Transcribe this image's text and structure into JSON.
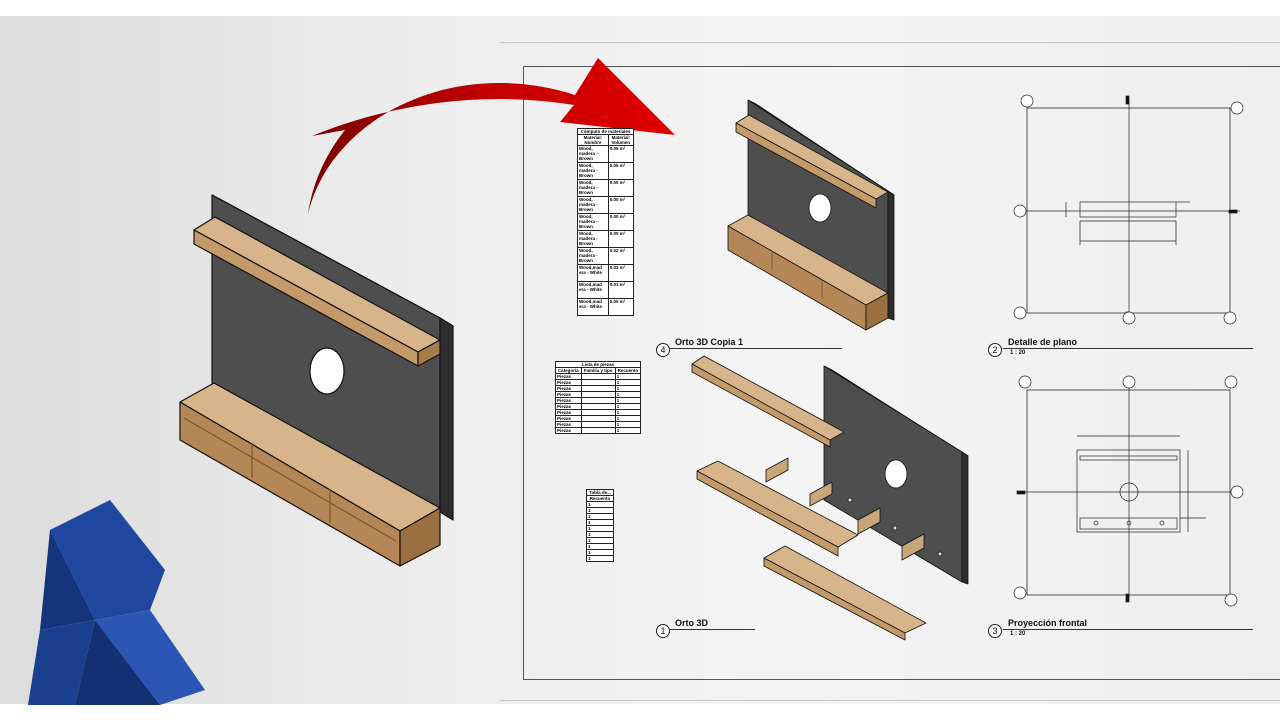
{
  "materials_schedule": {
    "title": "Cómputo de materiales",
    "headers": [
      "Material: Nombre",
      "Material: Volumen"
    ],
    "rows": [
      [
        "Wood, madera - Brown",
        "0.05 m³"
      ],
      [
        "Wood, madera - Brown",
        "0.05 m³"
      ],
      [
        "Wood, madera - Brown",
        "0.00 m³"
      ],
      [
        "Wood, madera - Brown",
        "0.00 m³"
      ],
      [
        "Wood, madera - Brown",
        "0.00 m³"
      ],
      [
        "Wood, madera - Brown",
        "0.00 m³"
      ],
      [
        "Wood, madera - Brown",
        "0.02 m³"
      ],
      [
        "Wood,mad era - White",
        "0.03 m³"
      ],
      [
        "Wood,mad era - White",
        "0.01 m³"
      ],
      [
        "Wood,mad era - White",
        "0.00 m³"
      ]
    ]
  },
  "parts_schedule": {
    "title": "Lista de piezas",
    "headers": [
      "Categoría",
      "Familia y tipo",
      "Recuento"
    ],
    "rows": [
      [
        "Piezas",
        "",
        "1"
      ],
      [
        "Piezas",
        "",
        "1"
      ],
      [
        "Piezas",
        "",
        "1"
      ],
      [
        "Piezas",
        "",
        "1"
      ],
      [
        "Piezas",
        "",
        "1"
      ],
      [
        "Piezas",
        "",
        "1"
      ],
      [
        "Piezas",
        "",
        "1"
      ],
      [
        "Piezas",
        "",
        "1"
      ],
      [
        "Piezas",
        "",
        "1"
      ],
      [
        "Piezas",
        "",
        "1"
      ]
    ]
  },
  "count_schedule": {
    "title": "Tabla de...",
    "header": "Recuento",
    "rows": [
      "1",
      "1",
      "1",
      "1",
      "1",
      "1",
      "1",
      "1",
      "1",
      "1"
    ]
  },
  "views": [
    {
      "number": "4",
      "name": "Orto 3D Copia 1",
      "scale": ""
    },
    {
      "number": "2",
      "name": "Detalle de plano",
      "scale": "1 : 20"
    },
    {
      "number": "1",
      "name": "Orto 3D",
      "scale": ""
    },
    {
      "number": "3",
      "name": "Proyección frontal",
      "scale": "1 : 20"
    }
  ],
  "colors": {
    "wood": "#c9a67a",
    "panel": "#545454",
    "arrow": "#c00000",
    "logo": "#1a3f8f"
  },
  "icons": [
    "revit-logo-icon",
    "curved-arrow-icon"
  ]
}
